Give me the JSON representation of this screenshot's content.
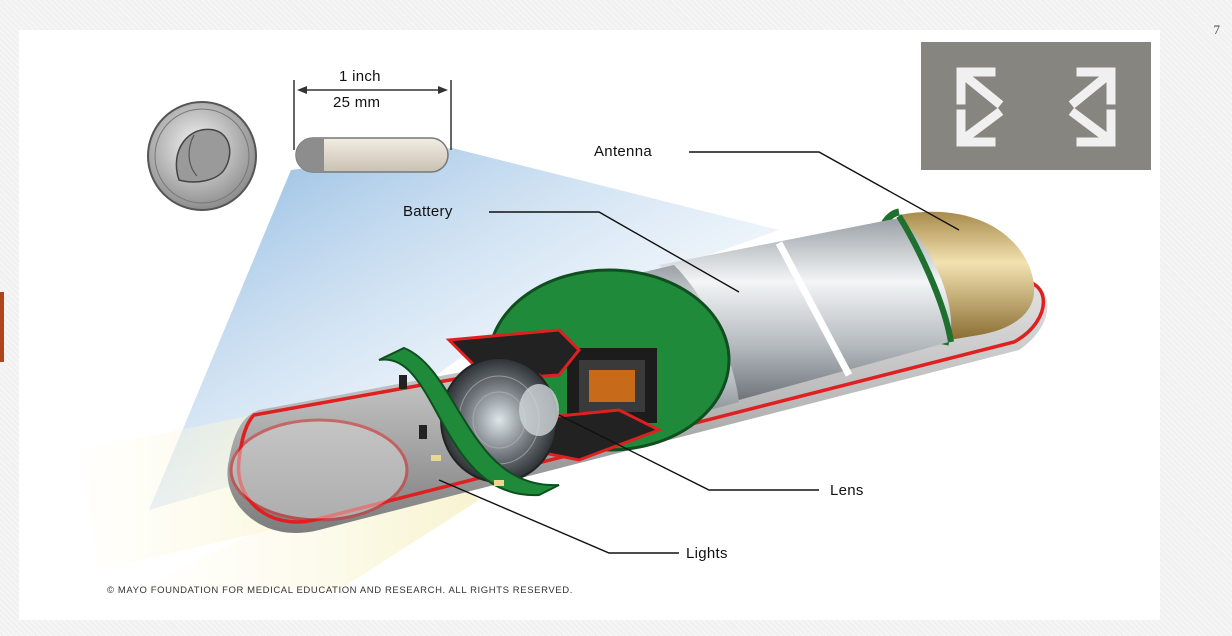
{
  "slide": {
    "page_number": "7"
  },
  "figure": {
    "dimension": {
      "inch_label": "1 inch",
      "mm_label": "25 mm"
    },
    "labels": {
      "antenna": "Antenna",
      "battery": "Battery",
      "lens": "Lens",
      "lights": "Lights"
    },
    "copyright": "© MAYO FOUNDATION FOR MEDICAL EDUCATION AND RESEARCH. ALL RIGHTS RESERVED."
  },
  "controls": {
    "expand_icon": "fullscreen-expand-icon"
  },
  "colors": {
    "shell_outline": "#e02020",
    "pcb_green": "#1f8a3a",
    "battery_silver": "#c8ccd0",
    "antenna_gold": "#cdb47a",
    "light_beam": "#f6f1c8",
    "scale_beam": "#9cc3e6"
  }
}
